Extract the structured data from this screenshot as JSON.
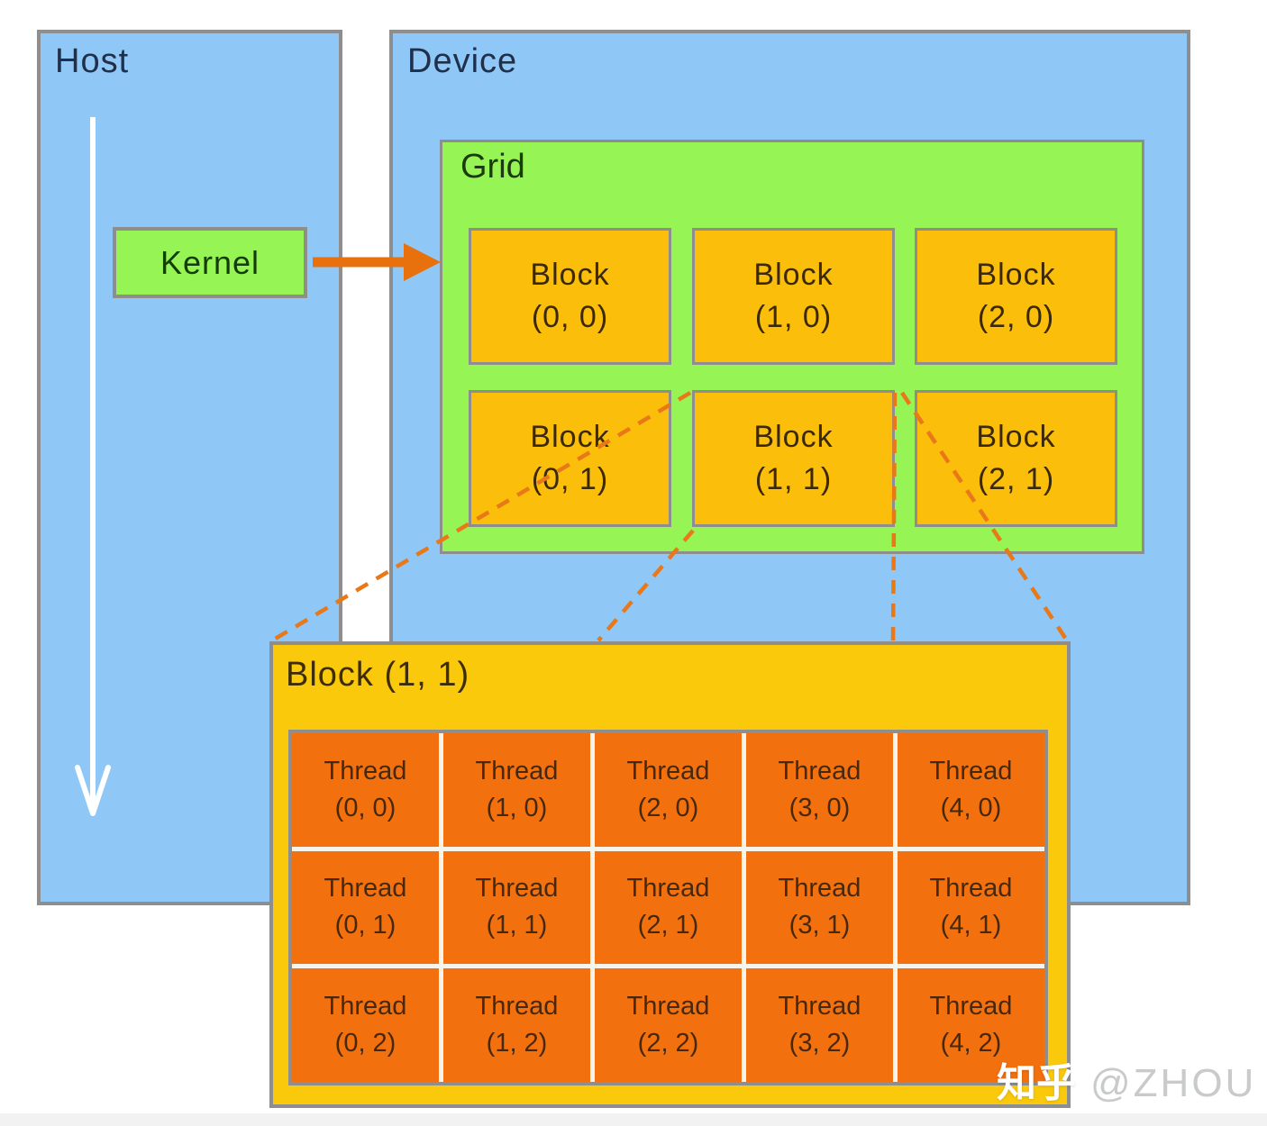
{
  "host": {
    "label": "Host"
  },
  "device": {
    "label": "Device"
  },
  "kernel": {
    "label": "Kernel"
  },
  "grid": {
    "label": "Grid",
    "blocks": [
      {
        "name": "Block",
        "coord": "(0, 0)"
      },
      {
        "name": "Block",
        "coord": "(1, 0)"
      },
      {
        "name": "Block",
        "coord": "(2, 0)"
      },
      {
        "name": "Block",
        "coord": "(0, 1)"
      },
      {
        "name": "Block",
        "coord": "(1, 1)"
      },
      {
        "name": "Block",
        "coord": "(2, 1)"
      }
    ]
  },
  "block_detail": {
    "title": "Block (1, 1)",
    "threads": [
      {
        "name": "Thread",
        "coord": "(0, 0)"
      },
      {
        "name": "Thread",
        "coord": "(1, 0)"
      },
      {
        "name": "Thread",
        "coord": "(2, 0)"
      },
      {
        "name": "Thread",
        "coord": "(3, 0)"
      },
      {
        "name": "Thread",
        "coord": "(4, 0)"
      },
      {
        "name": "Thread",
        "coord": "(0, 1)"
      },
      {
        "name": "Thread",
        "coord": "(1, 1)"
      },
      {
        "name": "Thread",
        "coord": "(2, 1)"
      },
      {
        "name": "Thread",
        "coord": "(3, 1)"
      },
      {
        "name": "Thread",
        "coord": "(4, 1)"
      },
      {
        "name": "Thread",
        "coord": "(0, 2)"
      },
      {
        "name": "Thread",
        "coord": "(1, 2)"
      },
      {
        "name": "Thread",
        "coord": "(2, 2)"
      },
      {
        "name": "Thread",
        "coord": "(3, 2)"
      },
      {
        "name": "Thread",
        "coord": "(4, 2)"
      }
    ]
  },
  "watermark": {
    "brand": "知乎",
    "handle": "@ZHOU"
  },
  "icons": {
    "host_flow": "down-arrow",
    "kernel_launch": "right-arrow",
    "zoom_links": "dashed-connector"
  },
  "colors": {
    "panel_blue": "#8FC7F7",
    "green": "#97F455",
    "block_amber": "#FBBE0A",
    "detail_gold": "#FBC90C",
    "thread_orange": "#F3700F",
    "border_gray": "#8E8E8E",
    "arrow_orange": "#E8700D",
    "dash_orange": "#E87818"
  }
}
